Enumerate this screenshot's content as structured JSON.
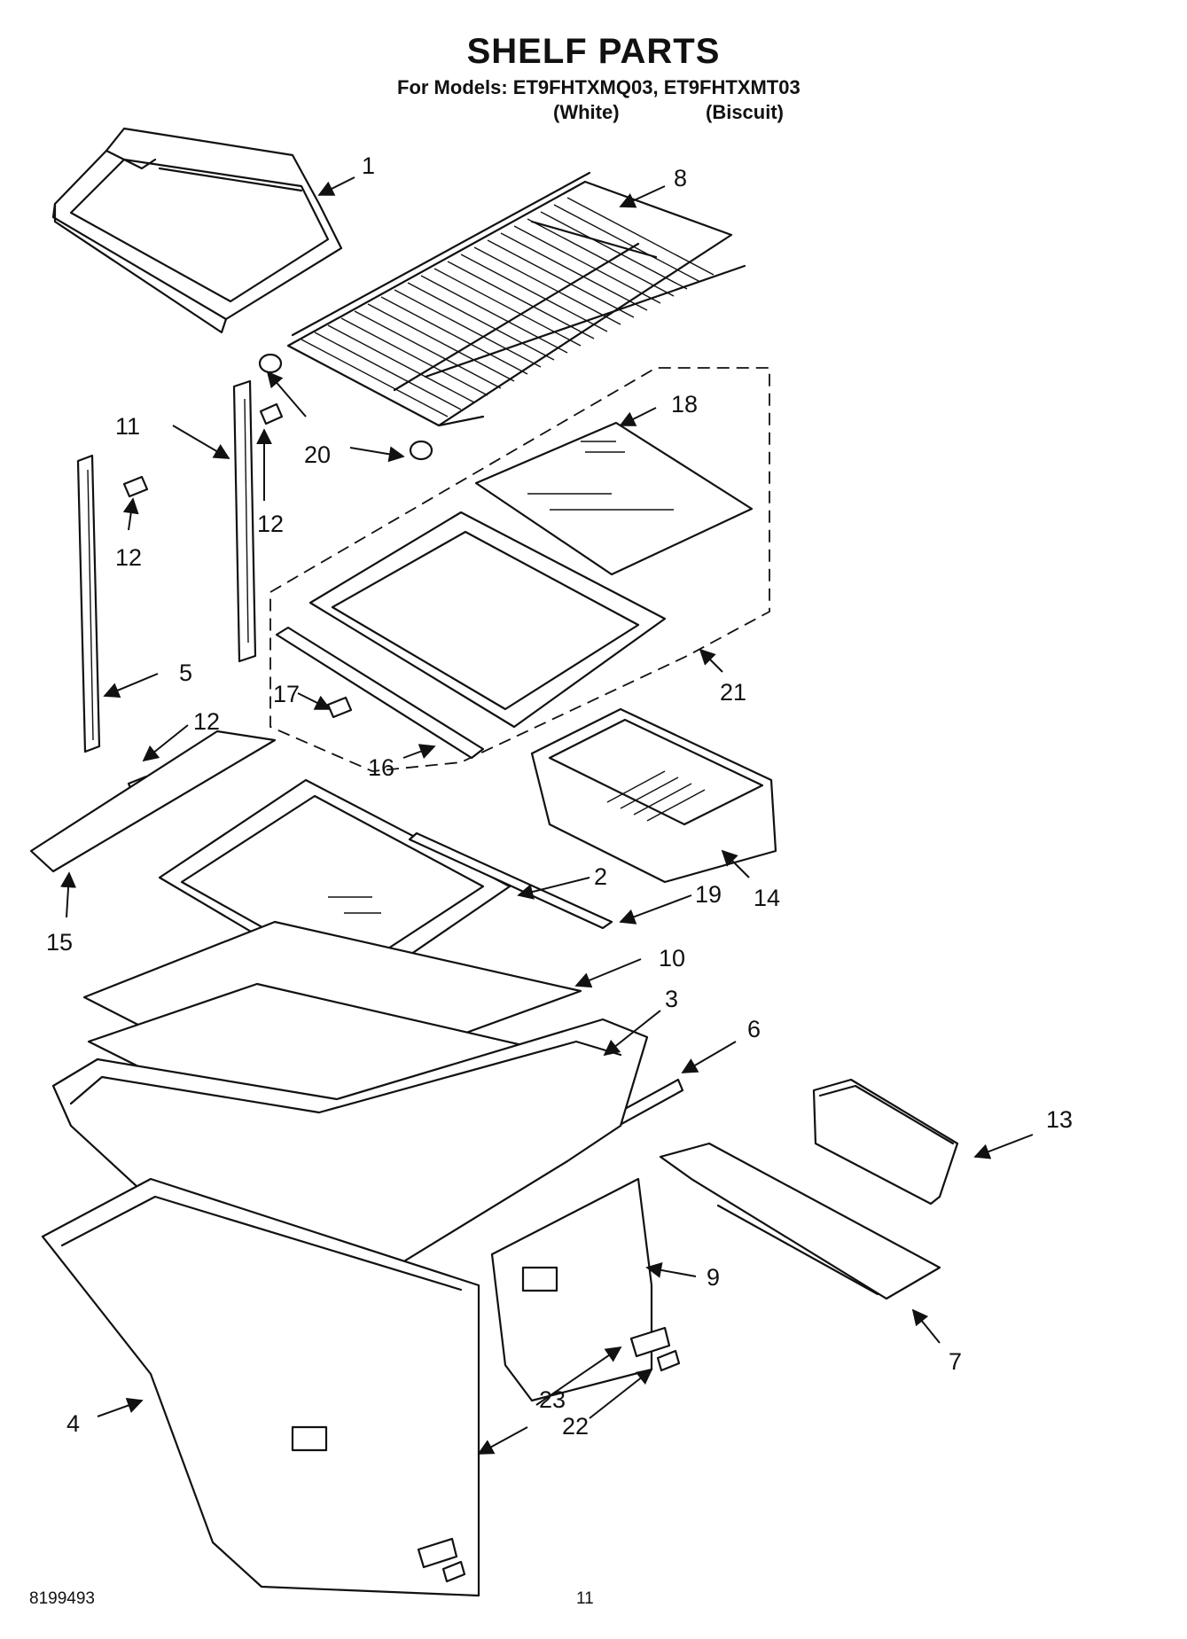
{
  "header": {
    "title": "SHELF PARTS",
    "models_line": "For Models: ET9FHTXMQ03, ET9FHTXMT03",
    "variant_1": "(White)",
    "variant_2": "(Biscuit)"
  },
  "footer": {
    "doc_number": "8199493",
    "page_number": "11"
  },
  "callouts": [
    "1",
    "2",
    "3",
    "4",
    "5",
    "6",
    "7",
    "8",
    "9",
    "10",
    "11",
    "12",
    "12",
    "12",
    "12",
    "13",
    "14",
    "15",
    "16",
    "17",
    "18",
    "19",
    "20",
    "20",
    "21",
    "22",
    "23"
  ]
}
